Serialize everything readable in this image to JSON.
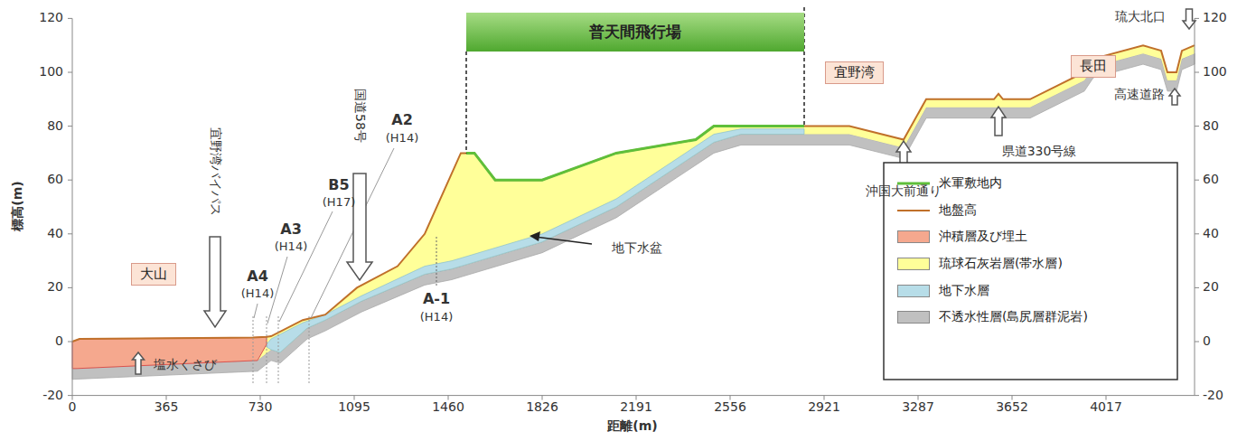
{
  "diagram": {
    "nodes": [
      {
        "text": [
          "大山"
        ]
      },
      {
        "text": [
          "普天間飛行場"
        ]
      },
      {
        "text": [
          "宜野湾"
        ]
      },
      {
        "text": [
          "長田"
        ]
      }
    ],
    "labels": [
      "標高(m)",
      "120",
      "100",
      "80",
      "60",
      "40",
      "20",
      "0",
      "-20",
      "120",
      "100",
      "80",
      "60",
      "40",
      "20",
      "0",
      "-20",
      "0",
      "365",
      "730",
      "1095",
      "1460",
      "1826",
      "2191",
      "2556",
      "2921",
      "3287",
      "3652",
      "4017",
      "距離(m)",
      "宜野湾バイパス",
      "A4",
      "(H14)",
      "A3",
      "(H14)",
      "B5",
      "(H17)",
      "国道58号",
      "A2",
      "(H14)",
      "A-1",
      "(H14)",
      "塩水くさび",
      "地下水盆",
      "沖国大前通り",
      "県道330号線",
      "高速道路",
      "琉大北口"
    ],
    "legend": [
      {
        "text": "米軍敷地内"
      },
      {
        "text": "地盤高"
      },
      {
        "text": "沖積層及び埋土",
        "color": "#f5a88e"
      },
      {
        "text": "琉球石灰岩層(帯水層)",
        "color": "#ffff99"
      },
      {
        "text": "地下水層",
        "color": "#b7dde8"
      },
      {
        "text": "不透水性層(島尻層群泥岩)",
        "color": "#c0c0c0"
      }
    ]
  }
}
